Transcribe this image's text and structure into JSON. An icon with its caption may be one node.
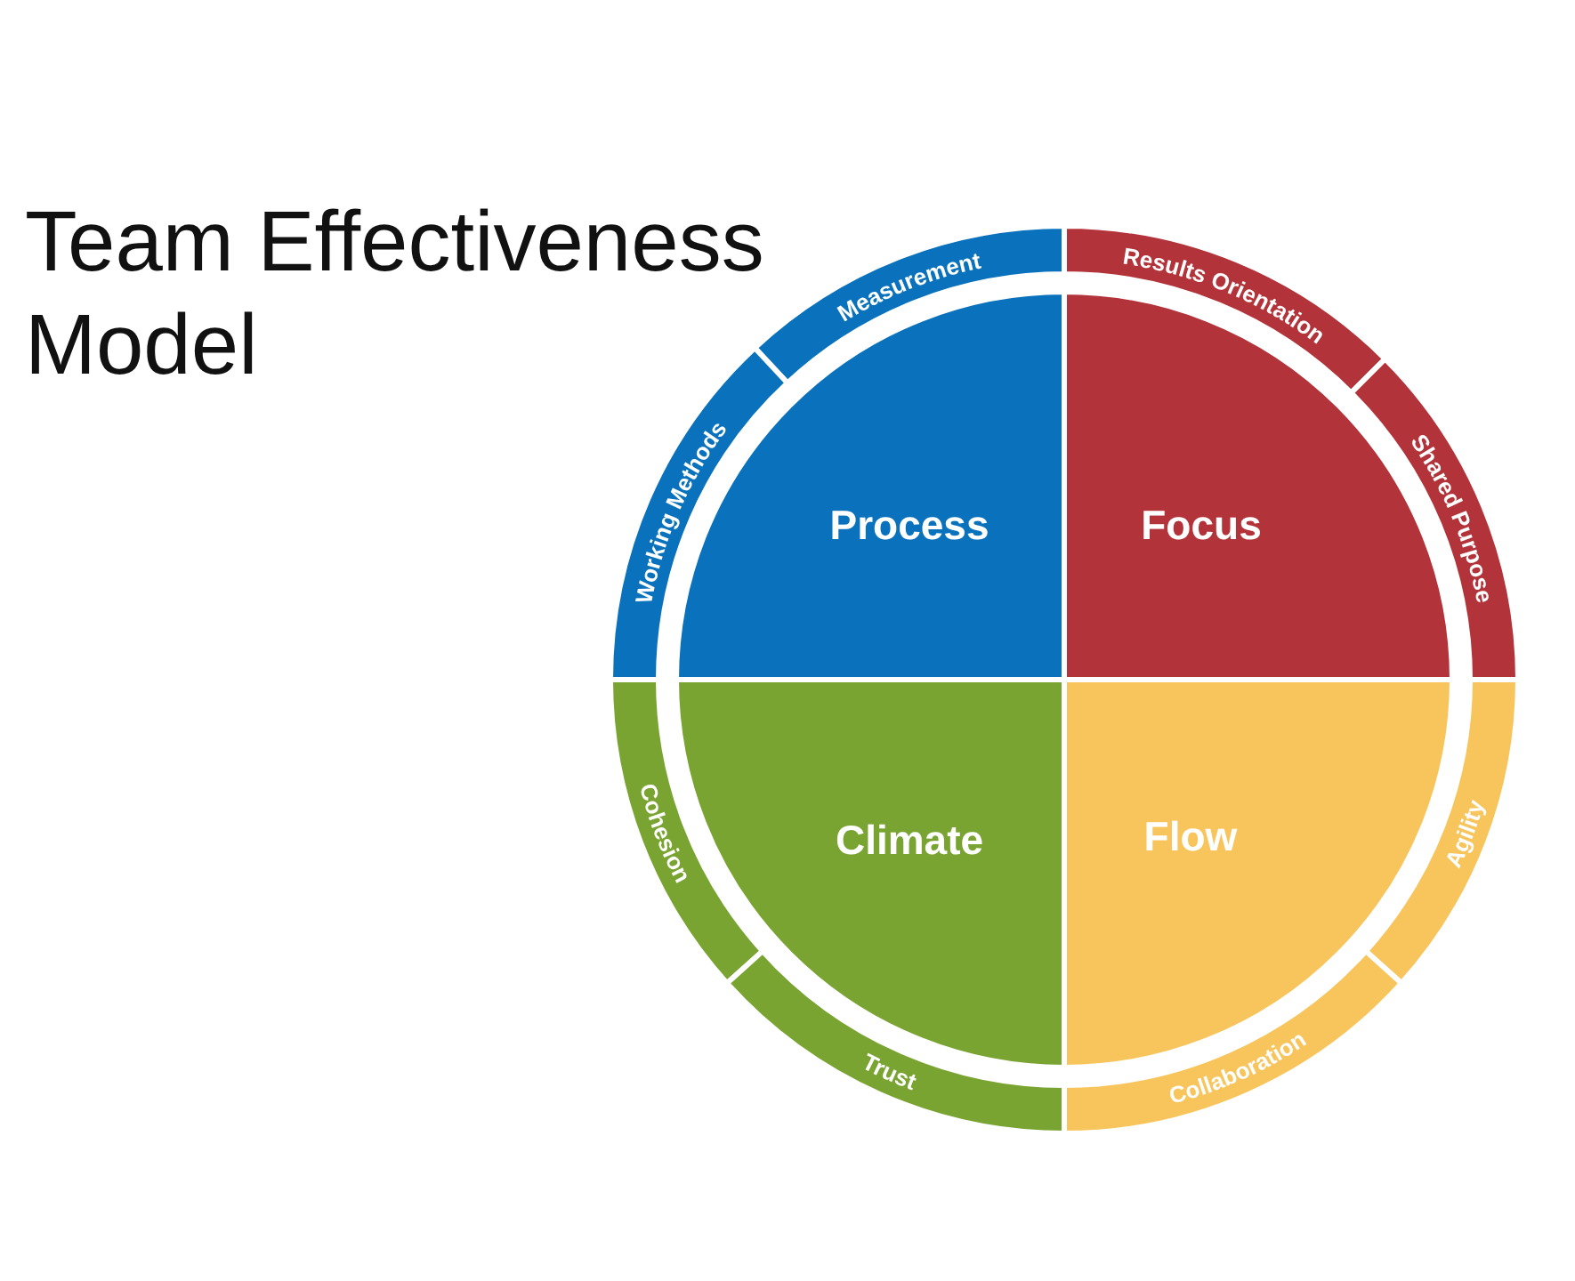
{
  "diagram": {
    "title": "Team Effectiveness Model",
    "nodes": [
      {
        "text": [
          "Measurement"
        ]
      },
      {
        "text": [
          "Results Orientation"
        ]
      },
      {
        "text": [
          "Working Methods"
        ]
      },
      {
        "text": [
          "Process"
        ]
      },
      {
        "text": [
          "Focus"
        ]
      },
      {
        "text": [
          "Shared Purpose"
        ]
      },
      {
        "text": [
          "Cohesion"
        ]
      },
      {
        "text": [
          "Climate"
        ]
      },
      {
        "text": [
          "Flow"
        ]
      },
      {
        "text": [
          "Agility"
        ]
      },
      {
        "text": [
          "Trust"
        ]
      },
      {
        "text": [
          "Collaboration"
        ]
      }
    ]
  }
}
